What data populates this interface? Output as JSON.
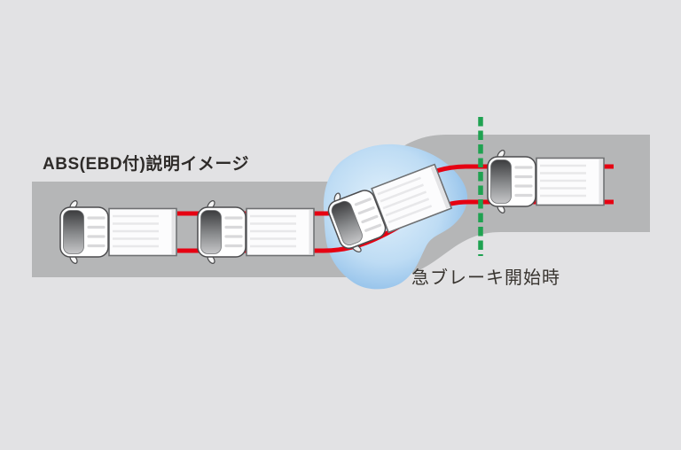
{
  "diagram": {
    "title": "ABS(EBD付)説明イメージ",
    "caption": "急ブレーキ開始時",
    "colors": {
      "background": "#e2e2e4",
      "road": "#b5b6b7",
      "brake_track": "#e60012",
      "start_line": "#1fa251",
      "skid_center": "#e2f1fb",
      "skid_mid": "#bedcf4",
      "skid_edge": "#7eb4e5",
      "text": "#2e2b29"
    },
    "elements": {
      "road": "curved-road-top-view",
      "skid_area": "blue-slip-zone",
      "start_line": "green-dashed-braking-start-line",
      "brake_tracks": "red-tire-track-lines",
      "trucks": [
        {
          "id": "truck-straight-1",
          "state": "stopped-straight"
        },
        {
          "id": "truck-straight-2",
          "state": "stopped-straight"
        },
        {
          "id": "truck-skidding",
          "state": "skidding-through-slip-zone"
        },
        {
          "id": "truck-braking-start",
          "state": "at-braking-start-line"
        }
      ]
    }
  }
}
